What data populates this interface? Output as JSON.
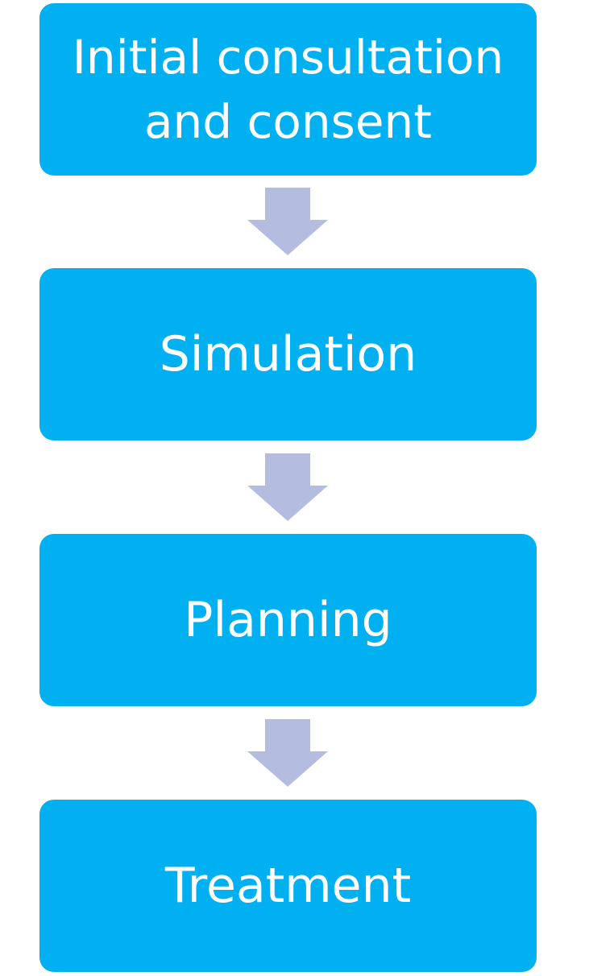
{
  "diagram": {
    "steps": [
      {
        "label": "Initial consultation and consent"
      },
      {
        "label": "Simulation"
      },
      {
        "label": "Planning"
      },
      {
        "label": "Treatment"
      }
    ],
    "colors": {
      "box_fill": "#00b0f0",
      "box_text": "#ffffff",
      "arrow_fill": "#b4bde0"
    }
  }
}
